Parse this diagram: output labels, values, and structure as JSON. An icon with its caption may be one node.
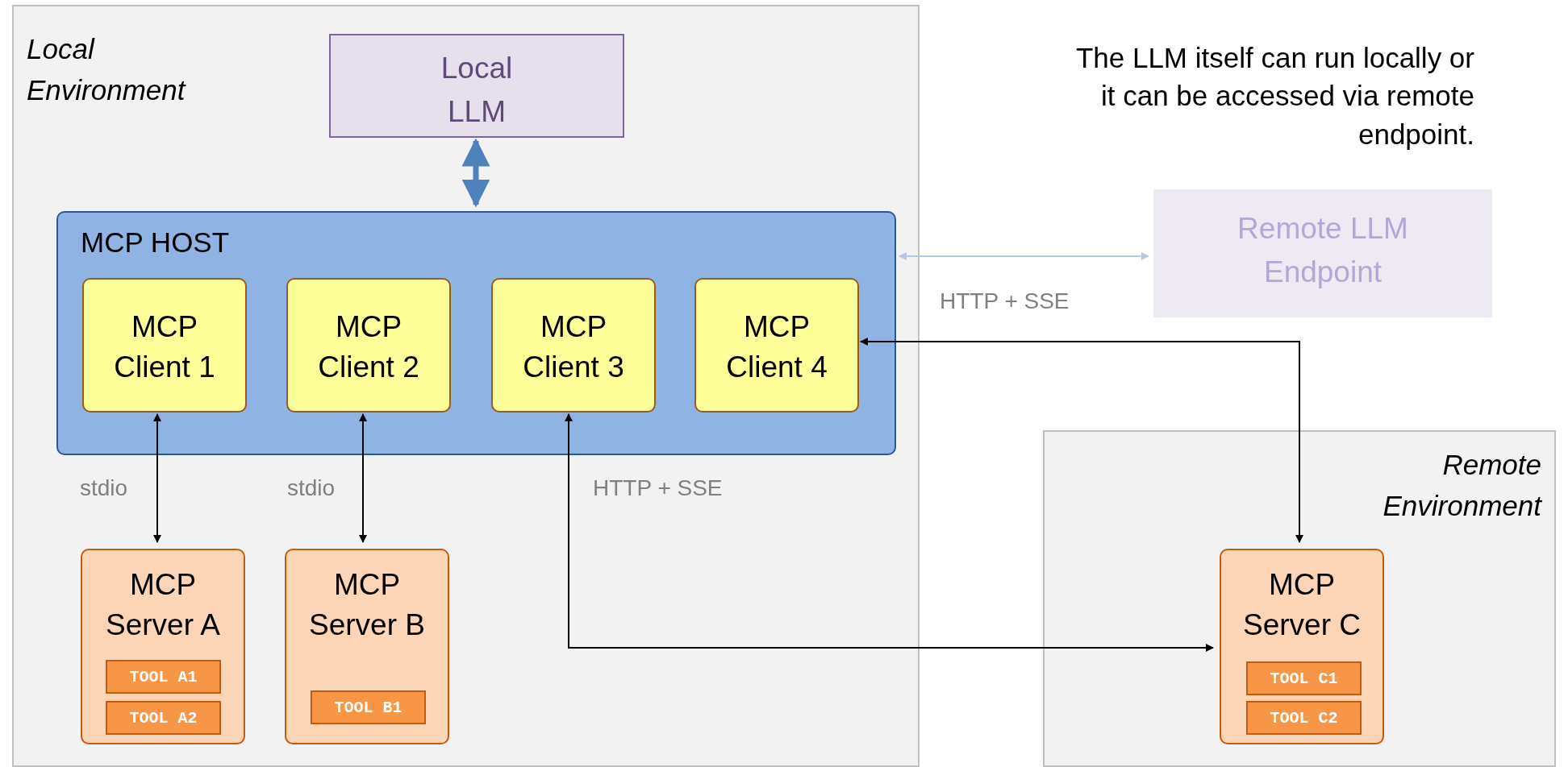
{
  "diagram": {
    "nodes": [
      {
        "text": [
          "Local Environment"
        ]
      },
      {
        "text": [
          "Local LLM"
        ],
        "in": 0
      },
      {
        "text": [
          "MCP HOST"
        ],
        "in": 0
      },
      {
        "text": [
          "MCP Client 1"
        ],
        "in": 2
      },
      {
        "text": [
          "MCP Client 2"
        ],
        "in": 2
      },
      {
        "text": [
          "MCP Client 3"
        ],
        "in": 2
      },
      {
        "text": [
          "MCP Client 4"
        ],
        "in": 2
      },
      {
        "text": [
          "MCP Server A"
        ],
        "in": 0
      },
      {
        "text": [
          "TOOL A1"
        ],
        "in": 7
      },
      {
        "text": [
          "TOOL A2"
        ],
        "in": 7
      },
      {
        "text": [
          "MCP Server B"
        ],
        "in": 0
      },
      {
        "text": [
          "TOOL B1"
        ],
        "in": 10
      },
      {
        "text": [
          "Remote LLM Endpoint"
        ]
      },
      {
        "text": [
          "Remote Environment"
        ]
      },
      {
        "text": [
          "MCP Server C"
        ],
        "in": 13
      },
      {
        "text": [
          "TOOL C1"
        ],
        "in": 14
      },
      {
        "text": [
          "TOOL C2"
        ],
        "in": 14
      }
    ],
    "edges": [
      {
        "from": 1,
        "to": 2,
        "arrow": "both",
        "style": "thick",
        "color": "#4f81bd"
      },
      {
        "from": 2,
        "to": 12,
        "arrow": "both",
        "color": "#b4c7e7"
      },
      {
        "from": 3,
        "to": 7,
        "arrow": "both",
        "label": "stdio"
      },
      {
        "from": 4,
        "to": 10,
        "arrow": "both",
        "label": "stdio"
      },
      {
        "from": 5,
        "to": 14,
        "arrow": "both",
        "label": "HTTP + SSE"
      },
      {
        "from": 6,
        "to": 14,
        "arrow": "both",
        "label": "HTTP + SSE"
      }
    ],
    "labels": [
      "The LLM itself can run locally or it can be accessed via remote endpoint."
    ]
  }
}
